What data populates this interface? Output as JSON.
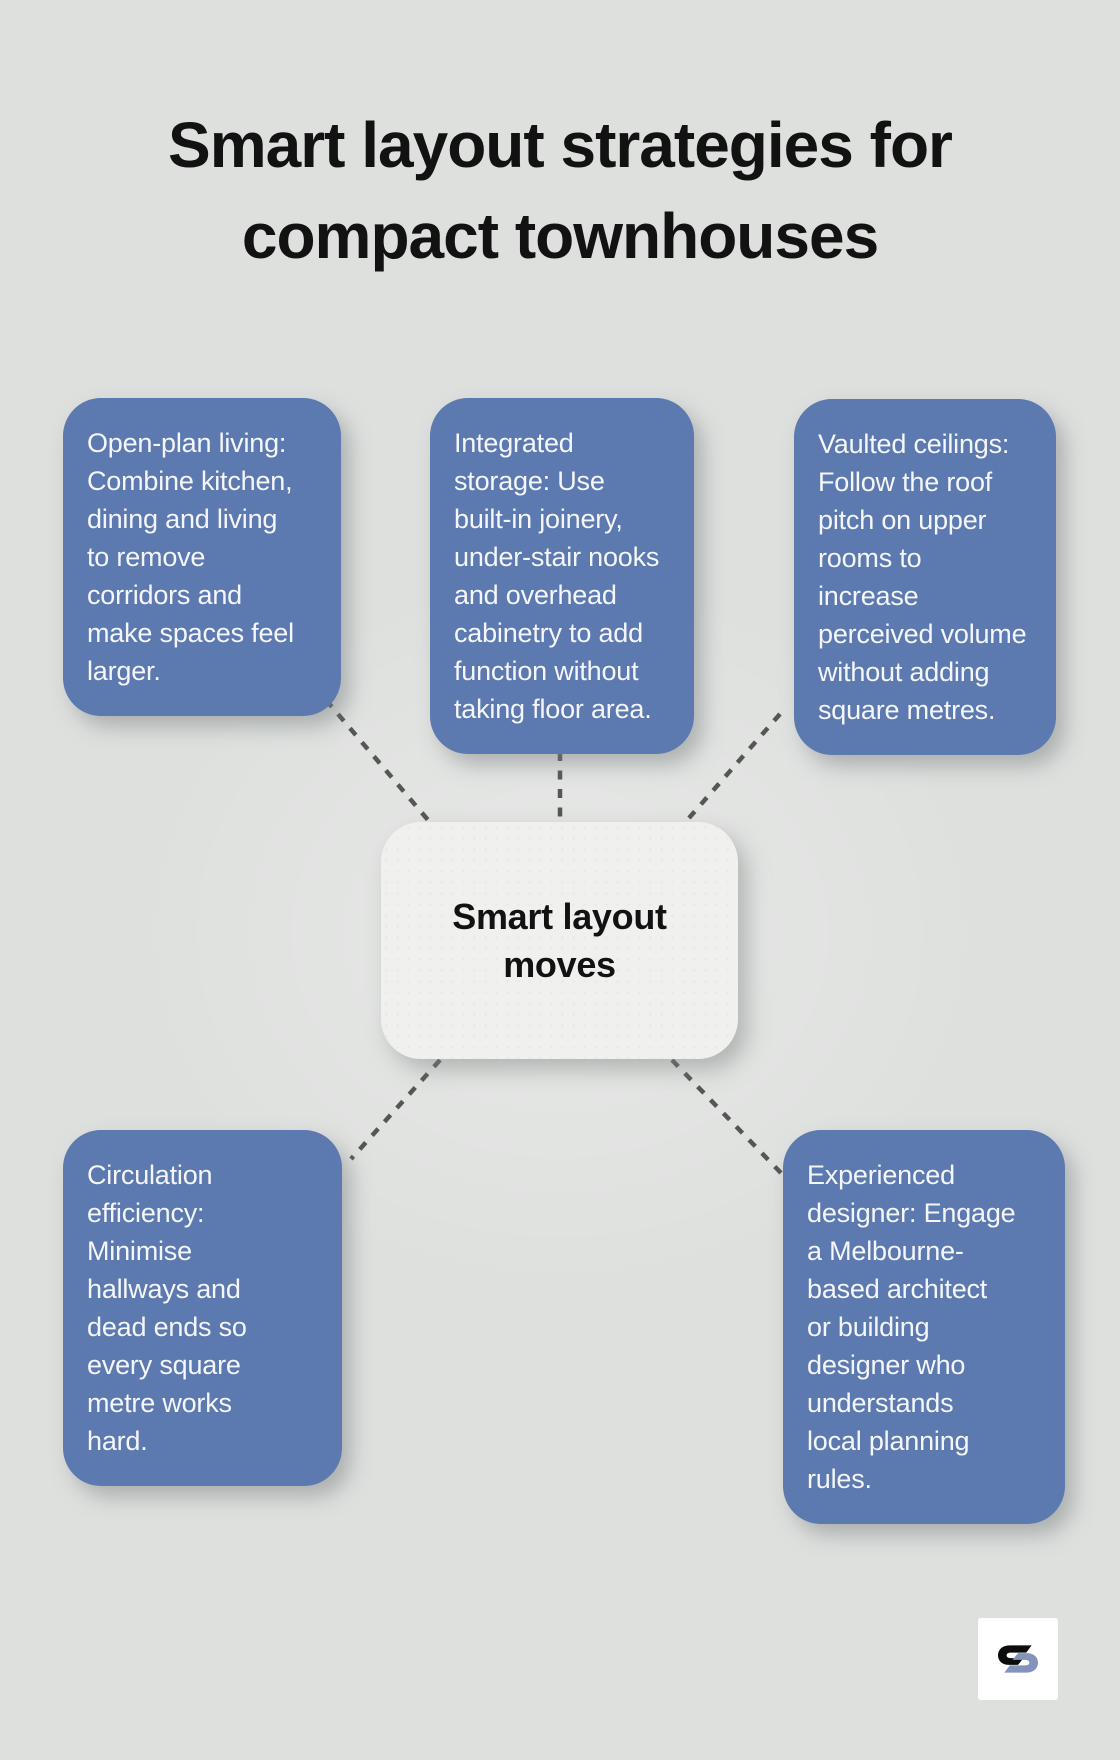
{
  "title": "Smart layout strategies for\ncompact townhouses",
  "center_node": {
    "label": "Smart layout\nmoves"
  },
  "nodes": [
    {
      "id": "open-plan-living",
      "text": "Open-plan living:\nCombine kitchen,\ndining and living\nto remove\ncorridors and\nmake spaces feel\nlarger."
    },
    {
      "id": "integrated-storage",
      "text": "Integrated\nstorage: Use\nbuilt-in joinery,\nunder-stair nooks\nand overhead\ncabinetry to add\nfunction without\ntaking floor area."
    },
    {
      "id": "vaulted-ceilings",
      "text": "Vaulted ceilings:\nFollow the roof\npitch on upper\nrooms to\nincrease\nperceived volume\nwithout adding\nsquare metres."
    },
    {
      "id": "circulation-efficiency",
      "text": "Circulation\nefficiency:\nMinimise\nhallways and\ndead ends so\nevery square\nmetre works\nhard."
    },
    {
      "id": "experienced-designer",
      "text": "Experienced\ndesigner: Engage\na Melbourne-\nbased architect\nor building\ndesigner who\nunderstands\nlocal planning\nrules."
    }
  ],
  "icons": {
    "logo": "s-monogram-icon"
  },
  "colors": {
    "background": "#dee0de",
    "node_fill": "#5c79b0",
    "node_text": "#f4f6f9",
    "center_fill": "#f0f1ef",
    "title_text": "#121212",
    "connector": "#565656",
    "logo_black": "#0c0c0c",
    "logo_blue": "#8294bb"
  }
}
